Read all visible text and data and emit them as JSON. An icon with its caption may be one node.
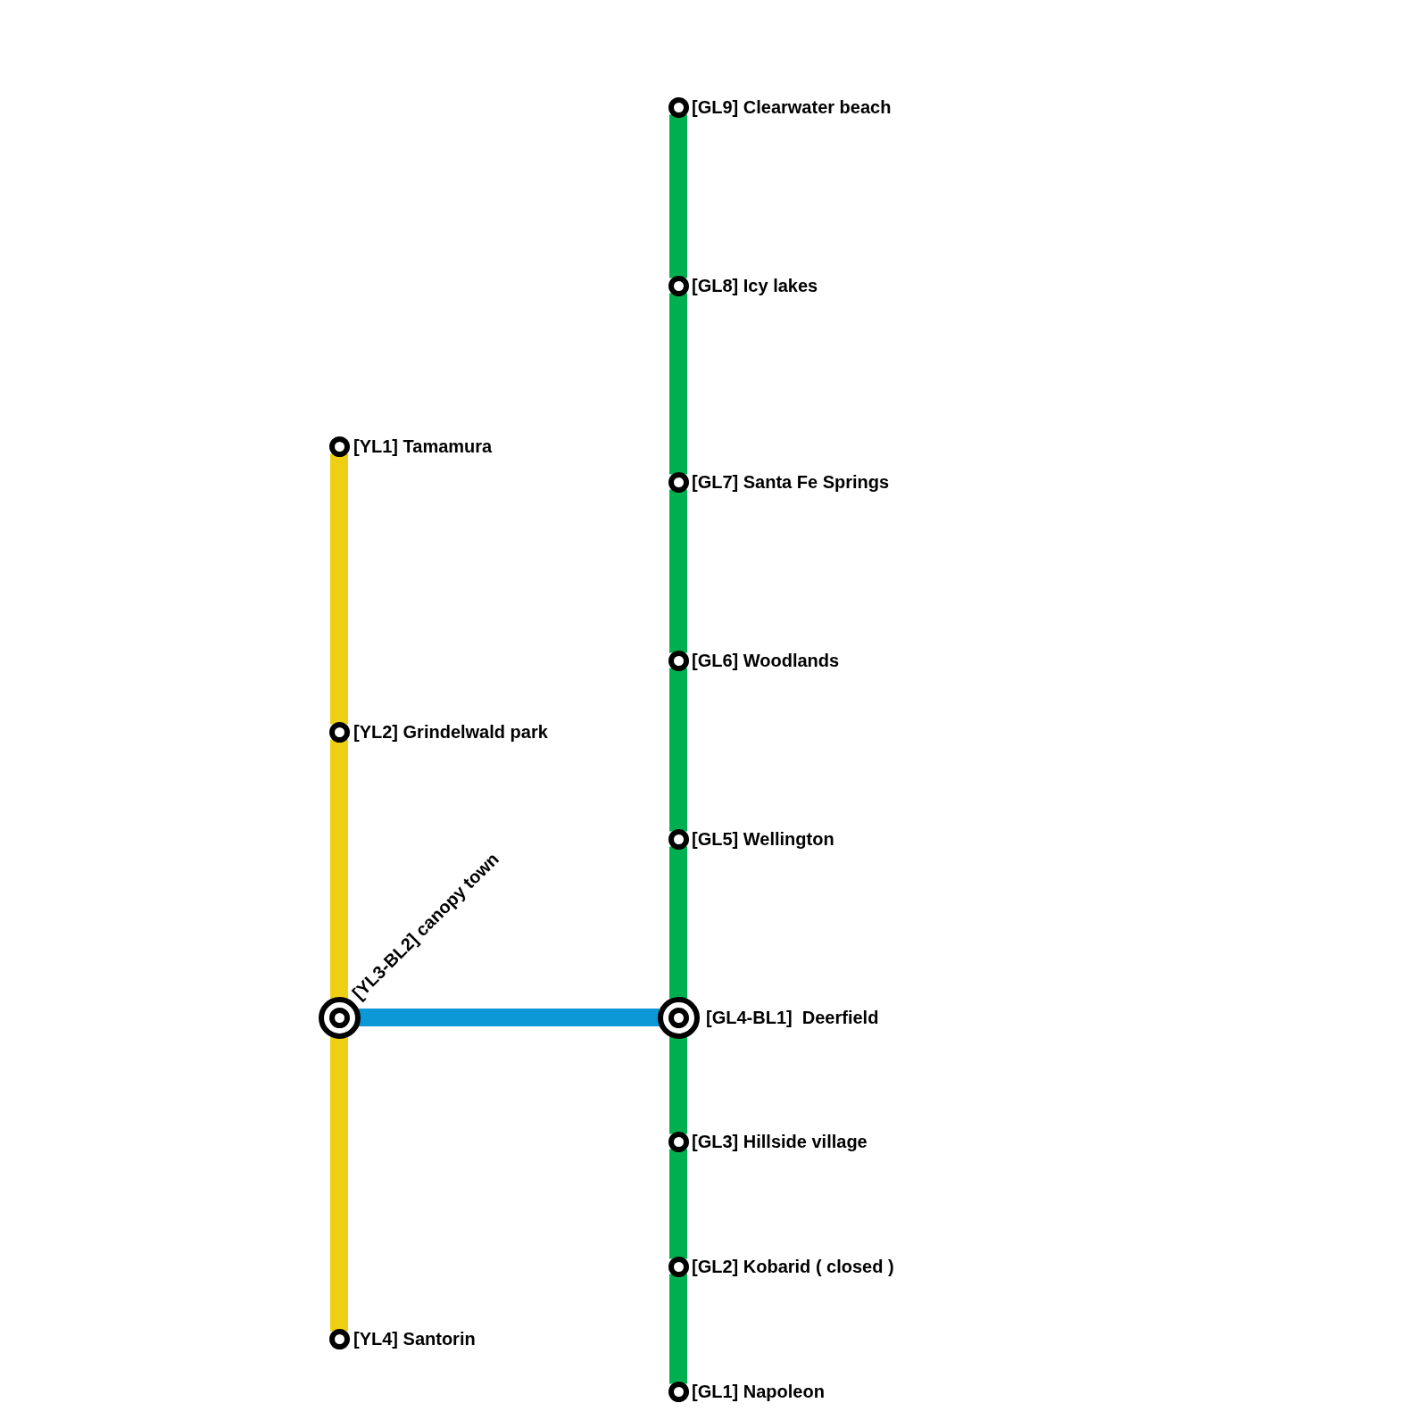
{
  "diagram": {
    "nodes": [
      {
        "text": [],
        "shape": "circle",
        "beside": [
          "[YL1] Tamamura"
        ]
      },
      {
        "text": [],
        "shape": "circle",
        "beside": [
          "[YL2] Grindelwald park"
        ]
      },
      {
        "text": [],
        "shape": "circle",
        "beside": [
          "[YL3-BL2] canopy town"
        ]
      },
      {
        "text": [],
        "shape": "circle",
        "beside": [
          "[YL4] Santorin"
        ]
      },
      {
        "text": [],
        "shape": "circle",
        "beside": [
          "[GL9] Clearwater beach"
        ]
      },
      {
        "text": [],
        "shape": "circle",
        "beside": [
          "[GL8] Icy lakes"
        ]
      },
      {
        "text": [],
        "shape": "circle",
        "beside": [
          "[GL7] Santa Fe Springs"
        ]
      },
      {
        "text": [],
        "shape": "circle",
        "beside": [
          "[GL6] Woodlands"
        ]
      },
      {
        "text": [],
        "shape": "circle",
        "beside": [
          "[GL5] Wellington"
        ]
      },
      {
        "text": [],
        "shape": "circle",
        "beside": [
          "[GL4-BL1]  Deerfield"
        ]
      },
      {
        "text": [],
        "shape": "circle",
        "beside": [
          "[GL3] Hillside village"
        ]
      },
      {
        "text": [],
        "shape": "circle",
        "beside": [
          "[GL2] Kobarid ( closed )"
        ]
      },
      {
        "text": [],
        "shape": "circle",
        "beside": [
          "[GL1] Napoleon"
        ]
      }
    ],
    "edges": [
      {
        "from": 0,
        "to": 1,
        "arrow": "none",
        "color": "#eecf14"
      },
      {
        "from": 1,
        "to": 2,
        "arrow": "none",
        "color": "#eecf14"
      },
      {
        "from": 2,
        "to": 3,
        "arrow": "none",
        "color": "#eecf14"
      },
      {
        "from": 4,
        "to": 5,
        "arrow": "none"
      },
      {
        "from": 5,
        "to": 6,
        "arrow": "none"
      },
      {
        "from": 6,
        "to": 7,
        "arrow": "none"
      },
      {
        "from": 7,
        "to": 8,
        "arrow": "none"
      },
      {
        "from": 8,
        "to": 9,
        "arrow": "none"
      },
      {
        "from": 9,
        "to": 10,
        "arrow": "none"
      },
      {
        "from": 10,
        "to": 11,
        "arrow": "none"
      },
      {
        "from": 11,
        "to": 12,
        "arrow": "none"
      },
      {
        "from": 2,
        "to": 9,
        "arrow": "none",
        "color": "#0c97d6"
      }
    ]
  }
}
